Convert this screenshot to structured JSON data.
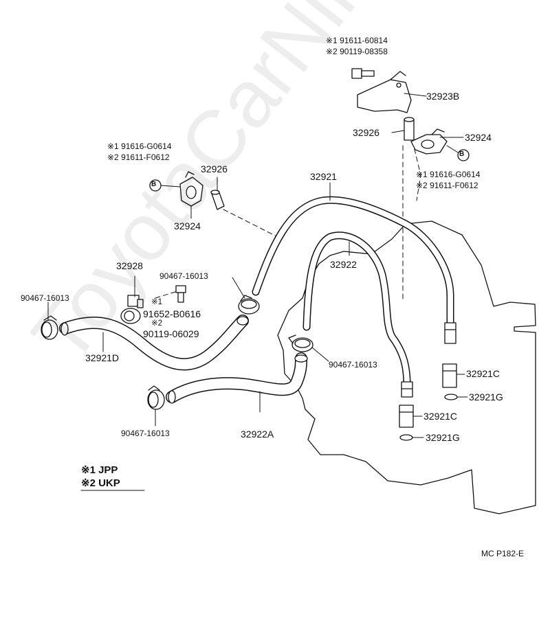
{
  "labels": {
    "note_top_1": "※1 91611-60814",
    "note_top_2": "※2 90119-08358",
    "p32923B": "32923B",
    "p32926_right": "32926",
    "p32924_right": "32924",
    "note_right_1": "※1 91616-G0614",
    "note_right_2": "※2 91611-F0612",
    "note_left_1": "※1 91616-G0614",
    "note_left_2": "※2 91611-F0612",
    "p32926_left": "32926",
    "p32924_left": "32924",
    "p32921": "32921",
    "p32922": "32922",
    "p32928": "32928",
    "clip_top": "90467-16013",
    "mark_1": "※1",
    "bolt_1": "91652-B0616",
    "mark_2": "※2",
    "bolt_2": "90119-06029",
    "clip_left": "90467-16013",
    "p32921D": "32921D",
    "clip_mid": "90467-16013",
    "p32921C_a": "32921C",
    "p32921G_a": "32921G",
    "p32921C_b": "32921C",
    "p32921G_b": "32921G",
    "clip_bottom": "90467-16013",
    "p32922A": "32922A",
    "ref_b": "B",
    "legend_1": "※1 JPP",
    "legend_2": "※2 UKP",
    "figure_code": "MC P182-E"
  },
  "watermark": "ToyotaCarNinja.ru",
  "colors": {
    "line": "#111111",
    "background": "#ffffff",
    "watermark": "#dddddd"
  }
}
